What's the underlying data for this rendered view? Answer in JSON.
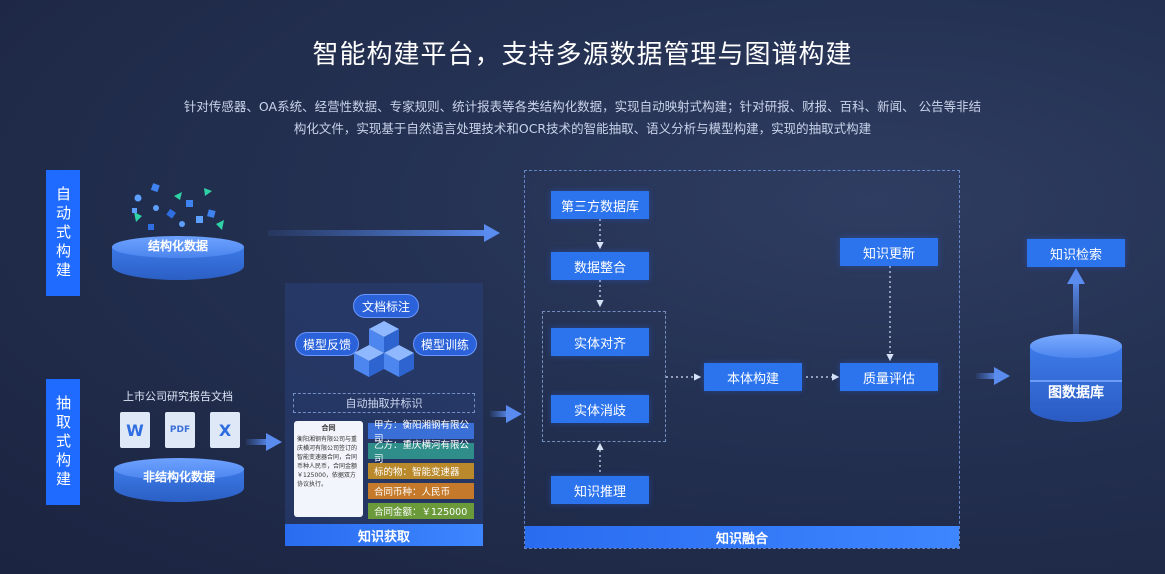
{
  "header": {
    "title": "智能构建平台，支持多源数据管理与图谱构建",
    "subtitle_line1": "针对传感器、OA系统、经营性数据、专家规则、统计报表等各类结构化数据，实现自动映射式构建；针对研报、财报、百科、新闻、 公告等非结",
    "subtitle_line2": "构化文件，实现基于自然语言处理技术和OCR技术的智能抽取、语义分析与模型构建，实现的抽取式构建"
  },
  "left": {
    "auto_label": "自动式构建",
    "extract_label": "抽取式构建",
    "structured_label": "结构化数据",
    "unstructured_label": "非结构化数据",
    "report_label": "上市公司研究报告文档",
    "file_icons": [
      "W",
      "PDF",
      "X"
    ]
  },
  "extraction": {
    "doc_annotation": "文档标注",
    "model_feedback": "模型反馈",
    "model_training": "模型训练",
    "auto_extract": "自动抽取并标识",
    "contract_title": "合同",
    "contract_body": "衡阳湘钢有限公司与重庆横河有限公司签订的智能变速器合同，合同币种人民币，合同金额￥125000，依据双方协议执行。",
    "fields": [
      {
        "label": "甲方：衡阳湘钢有限公司",
        "color": "#3a6fd8"
      },
      {
        "label": "乙方：重庆横河有限公司",
        "color": "#2f8e8a"
      },
      {
        "label": "标的物：智能变速器",
        "color": "#b9892b"
      },
      {
        "label": "合同币种：人民币",
        "color": "#c47a2a"
      },
      {
        "label": "合同金额：￥125000",
        "color": "#6a9a3a"
      }
    ],
    "footer": "知识获取"
  },
  "fusion": {
    "third_party_db": "第三方数据库",
    "data_integration": "数据整合",
    "entity_alignment": "实体对齐",
    "entity_disambiguation": "实体消歧",
    "knowledge_reasoning": "知识推理",
    "ontology": "本体构建",
    "knowledge_update": "知识更新",
    "quality": "质量评估",
    "footer": "知识融合"
  },
  "right": {
    "knowledge_search": "知识检索",
    "graph_db": "图数据库"
  },
  "colors": {
    "accent": "#1f6bff",
    "button": "#2c74ee",
    "background": "#222d4a"
  }
}
